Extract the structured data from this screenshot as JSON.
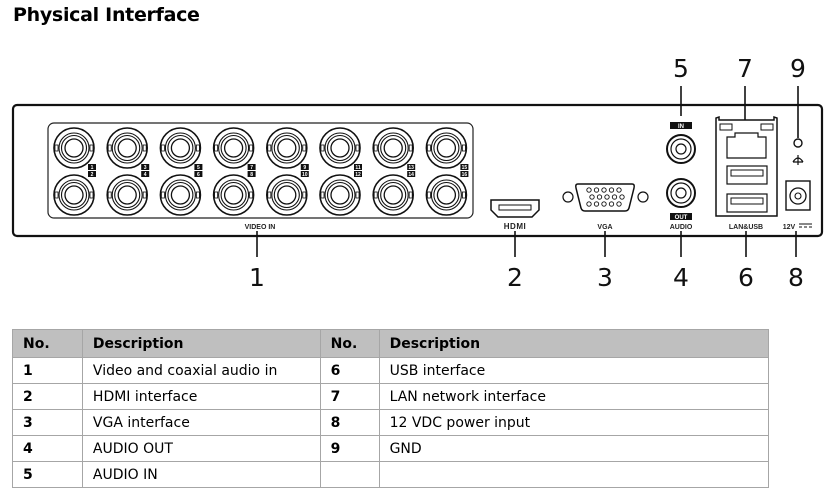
{
  "title": "Physical Interface",
  "panel": {
    "video_in_label": "VIDEO IN",
    "hdmi_label": "HDMI",
    "vga_label": "VGA",
    "audio_label": "AUDIO",
    "audio_in_tag": "IN",
    "audio_out_tag": "OUT",
    "lan_usb_label": "LAN&USB",
    "power_label": "12V",
    "channel_labels": [
      "1",
      "2",
      "3",
      "4",
      "5",
      "6",
      "7",
      "8",
      "9",
      "10",
      "11",
      "12",
      "13",
      "14",
      "15",
      "16"
    ],
    "callouts": {
      "c1": "1",
      "c2": "2",
      "c3": "3",
      "c4": "4",
      "c5": "5",
      "c6": "6",
      "c7": "7",
      "c8": "8",
      "c9": "9"
    }
  },
  "table": {
    "headers": [
      "No.",
      "Description",
      "No.",
      "Description"
    ],
    "rows": [
      {
        "no_a": "1",
        "desc_a": "Video and coaxial audio in",
        "no_b": "6",
        "desc_b": "USB interface"
      },
      {
        "no_a": "2",
        "desc_a": "HDMI interface",
        "no_b": "7",
        "desc_b": "LAN network interface"
      },
      {
        "no_a": "3",
        "desc_a": "VGA interface",
        "no_b": "8",
        "desc_b": "12 VDC power input"
      },
      {
        "no_a": "4",
        "desc_a": "AUDIO OUT",
        "no_b": "9",
        "desc_b": "GND"
      },
      {
        "no_a": "5",
        "desc_a": "AUDIO IN",
        "no_b": "",
        "desc_b": ""
      }
    ]
  }
}
